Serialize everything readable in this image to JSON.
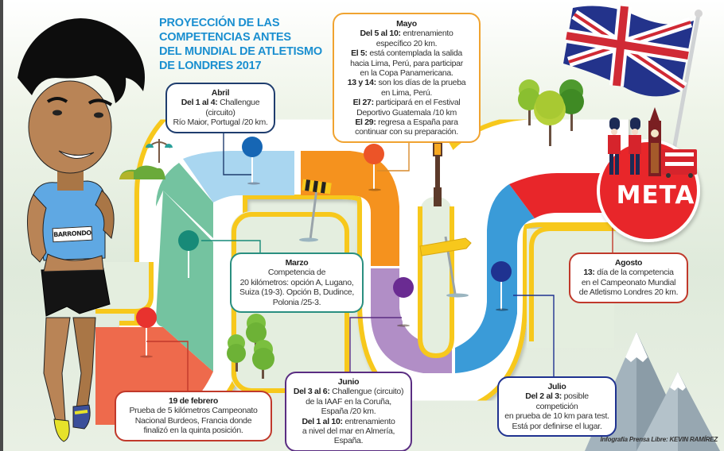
{
  "title": {
    "line1": "PROYECCIÓN DE LAS",
    "line2": "COMPETENCIAS ANTES",
    "line3": "DEL MUNDIAL DE ATLETISMO",
    "line4": "DE LONDRES 2017"
  },
  "athlete": {
    "bib": "BARRONDO"
  },
  "goal": {
    "label": "META"
  },
  "colors": {
    "title": "#1a8fd0",
    "track_border": "#f7c81c",
    "febrero": "#ee6a4c",
    "marzo": "#74c3a0",
    "abril": "#a9d6f0",
    "mayo": "#f5921e",
    "junio": "#b18ec6",
    "julio": "#3a9bd8",
    "agosto": "#e8262a"
  },
  "milestones": [
    {
      "month": "19 de febrero",
      "lines": [
        {
          "bold": "",
          "text": "Prueba de 5 kilómetros Campeonato"
        },
        {
          "bold": "",
          "text": "Nacional Burdeos, Francia donde"
        },
        {
          "bold": "",
          "text": "finalizó en la quinta posición."
        }
      ]
    },
    {
      "month": "Marzo",
      "lines": [
        {
          "bold": "",
          "text": "Competencia de"
        },
        {
          "bold": "",
          "text": "20 kilómetros: opción A, Lugano,"
        },
        {
          "bold": "",
          "text": "Suiza (19-3). Opción B, Dudince,"
        },
        {
          "bold": "",
          "text": "Polonia /25-3."
        }
      ]
    },
    {
      "month": "Abril",
      "lines": [
        {
          "bold": "Del 1 al 4:",
          "text": " Challengue (circuito)"
        },
        {
          "bold": "",
          "text": "Río Maior, Portugal /20 km."
        }
      ]
    },
    {
      "month": "Mayo",
      "lines": [
        {
          "bold": "Del 5 al 10:",
          "text": " entrenamiento"
        },
        {
          "bold": "",
          "text": "específico 20 km."
        },
        {
          "bold": "El 5:",
          "text": " está contemplada la salida"
        },
        {
          "bold": "",
          "text": "hacia Lima, Perú, para participar"
        },
        {
          "bold": "",
          "text": "en la Copa Panamericana."
        },
        {
          "bold": "13 y 14:",
          "text": " son los días de la prueba"
        },
        {
          "bold": "",
          "text": "en Lima, Perú."
        },
        {
          "bold": "El 27:",
          "text": " participará en el Festival"
        },
        {
          "bold": "",
          "text": "Deportivo Guatemala /10 km"
        },
        {
          "bold": "El 29:",
          "text": " regresa a España para"
        },
        {
          "bold": "",
          "text": "continuar con su preparación."
        }
      ]
    },
    {
      "month": "Junio",
      "lines": [
        {
          "bold": "Del 3 al 6:",
          "text": " Challengue (circuito)"
        },
        {
          "bold": "",
          "text": "de la IAAF en la Coruña,"
        },
        {
          "bold": "",
          "text": "España /20 km."
        },
        {
          "bold": "Del 1 al 10:",
          "text": " entrenamiento"
        },
        {
          "bold": "",
          "text": "a nivel del mar en Almería,"
        },
        {
          "bold": "",
          "text": "España."
        }
      ]
    },
    {
      "month": "Julio",
      "lines": [
        {
          "bold": "Del 2 al 3:",
          "text": " posible competición"
        },
        {
          "bold": "",
          "text": "en prueba de 10 km para test."
        },
        {
          "bold": "",
          "text": "Está por definirse el lugar."
        }
      ]
    },
    {
      "month": "Agosto",
      "lines": [
        {
          "bold": "13:",
          "text": " día de la competencia"
        },
        {
          "bold": "",
          "text": "en el Campeonato Mundial"
        },
        {
          "bold": "",
          "text": "de Atletismo Londres 20 km."
        }
      ]
    }
  ],
  "credit": "Infografía Prensa Libre: KEVIN RAMÍREZ"
}
